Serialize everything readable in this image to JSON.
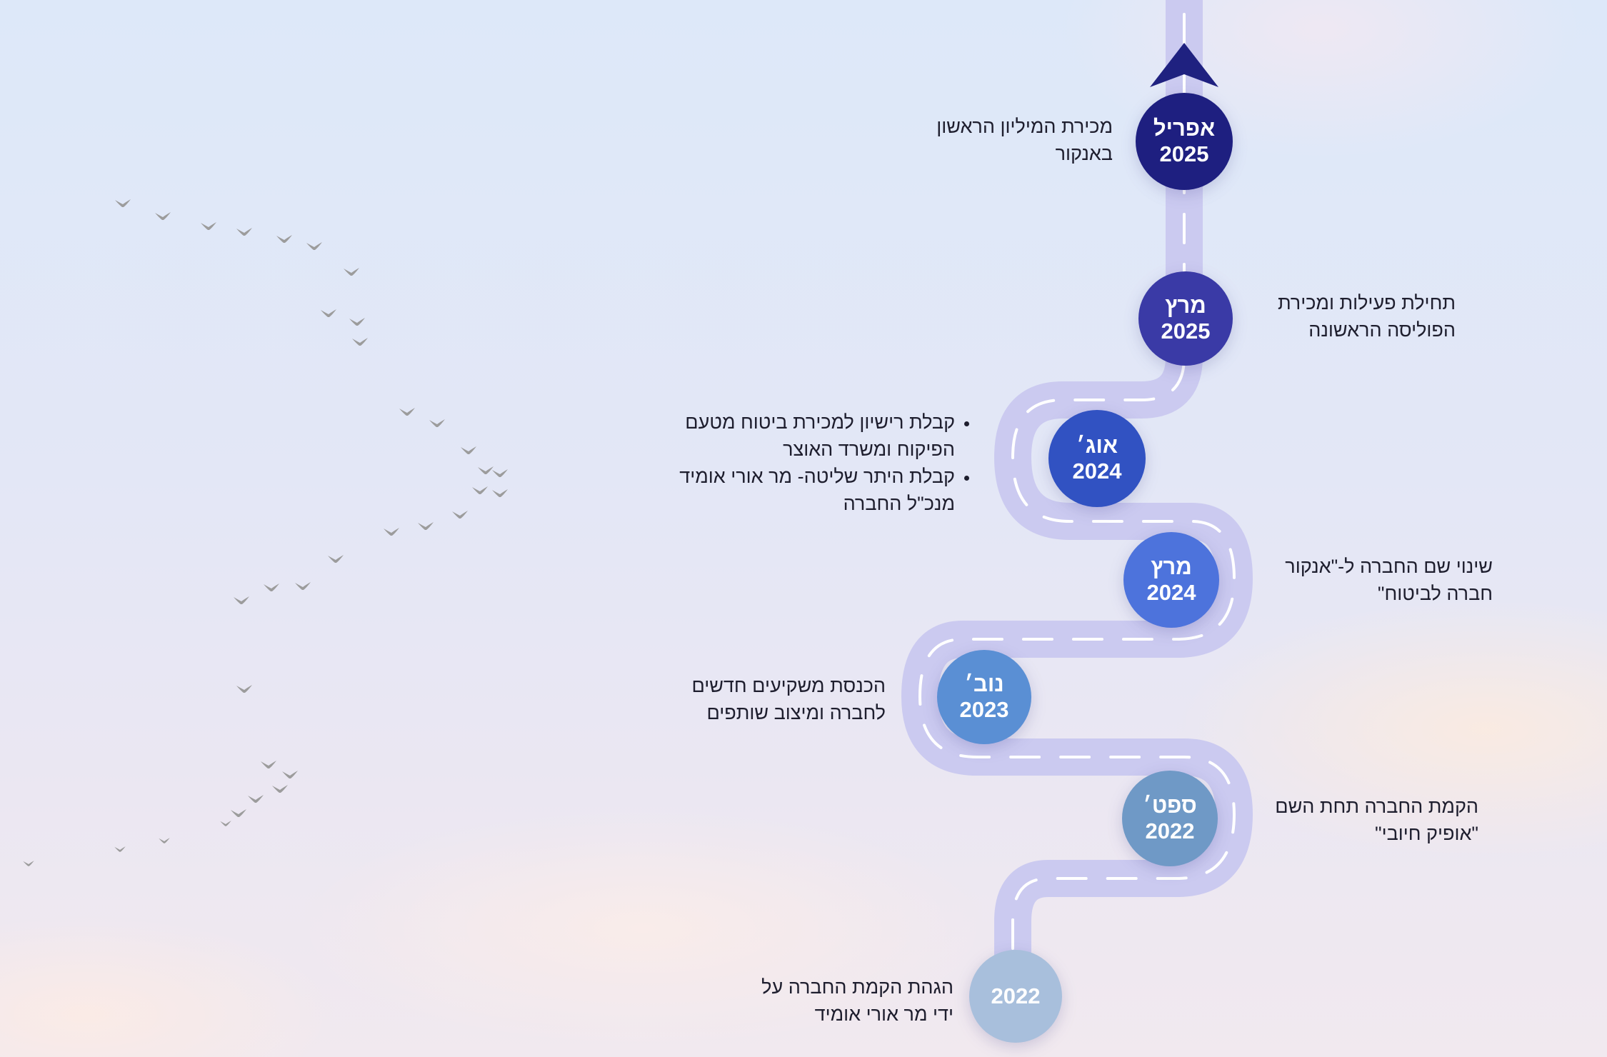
{
  "colors": {
    "road": "#cbcaf0",
    "road_dash": "#ffffff",
    "arrow": "#1f2180",
    "birds": "#9c9c9c"
  },
  "milestones": [
    {
      "month": "אפריל",
      "year": "2025",
      "color": "#1e1f80",
      "text": "מכירת המיליון הראשון באנקור"
    },
    {
      "month": "מרץ",
      "year": "2025",
      "color": "#3a3aa6",
      "text": "תחילת פעילות ומכירת הפוליסה הראשונה"
    },
    {
      "month": "אוג׳",
      "year": "2024",
      "color": "#3152c2",
      "bullets": [
        "קבלת רישיון למכירת ביטוח מטעם הפיקוח ומשרד האוצר",
        "קבלת היתר שליטה- מר אורי אומיד מנכ\"ל החברה"
      ]
    },
    {
      "month": "מרץ",
      "year": "2024",
      "color": "#4d73dc",
      "text": "שינוי שם החברה ל-\"אנקור חברה לביטוח\""
    },
    {
      "month": "נוב׳",
      "year": "2023",
      "color": "#5a8fd4",
      "text": "הכנסת משקיעים חדשים לחברה ומיצוב שותפים"
    },
    {
      "month": "ספט׳",
      "year": "2022",
      "color": "#6f99c6",
      "text": "הקמת החברה תחת השם \"אופיק חיובי\""
    },
    {
      "month": "",
      "year": "2022",
      "color": "#a8bfdc",
      "text": "הגהת הקמת החברה על ידי מר אורי אומיד"
    }
  ]
}
